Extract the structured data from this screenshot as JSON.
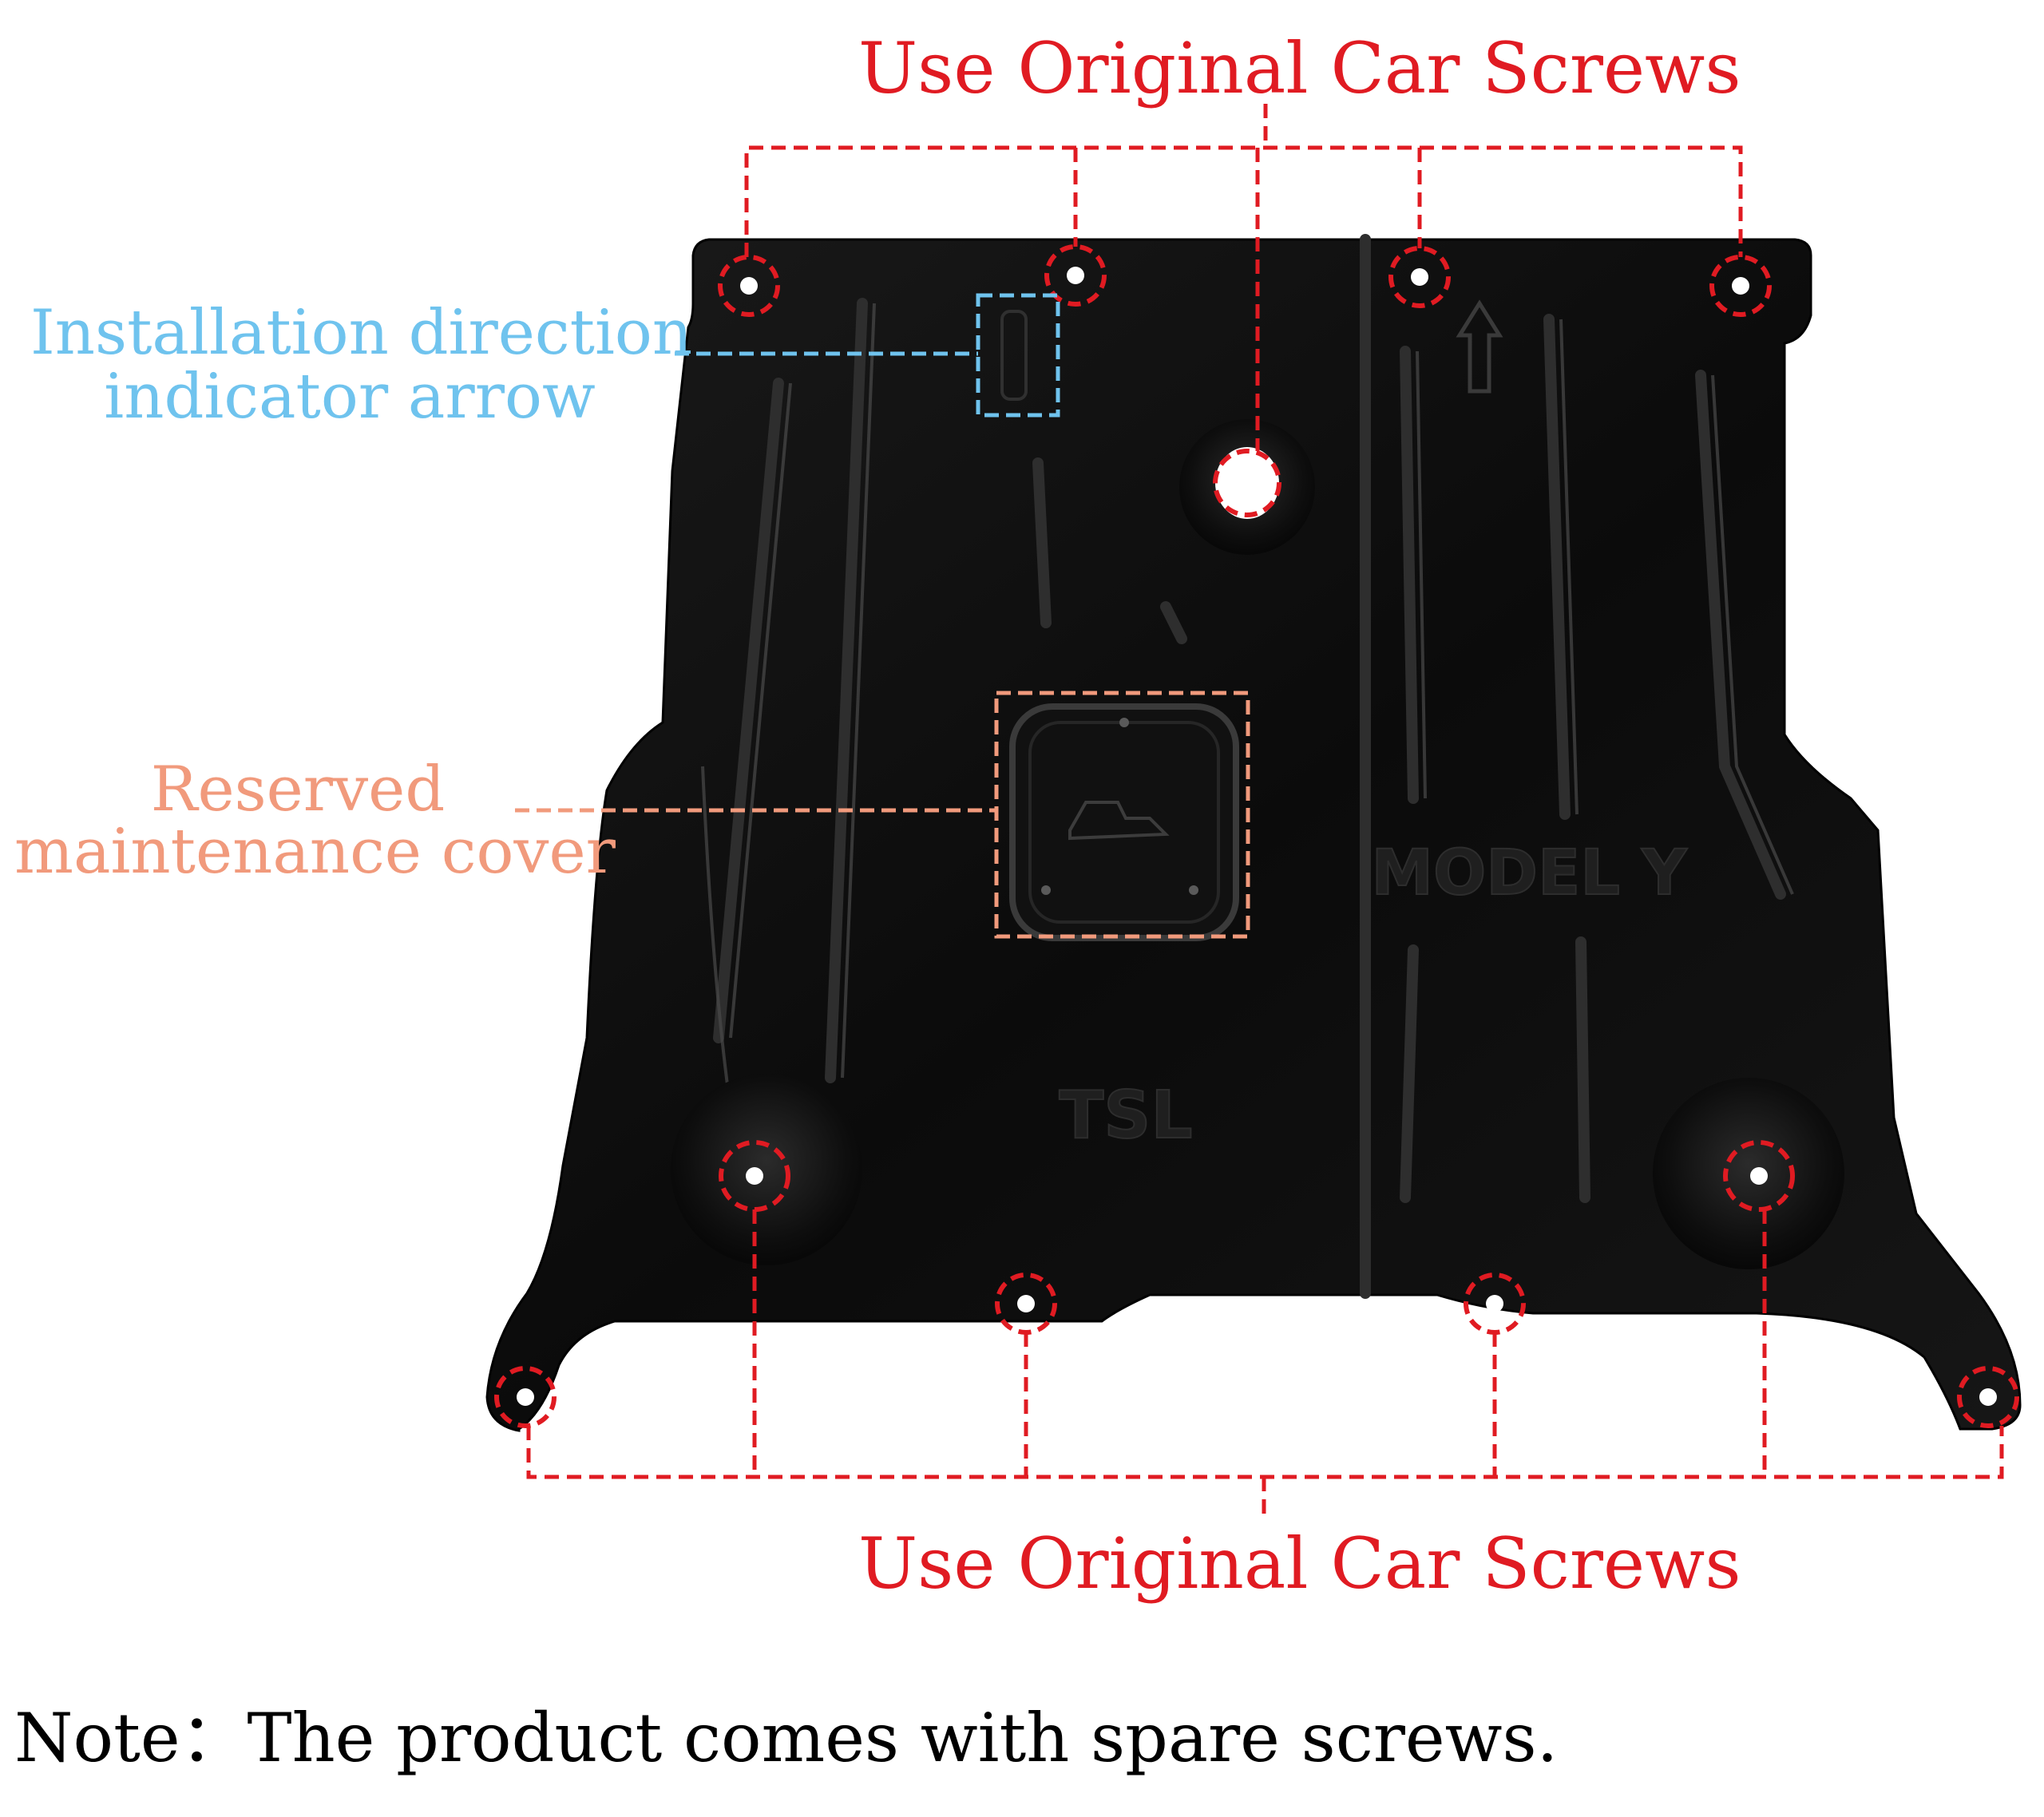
{
  "labels": {
    "top_title": "Use Original Car Screws",
    "bottom_title": "Use Original Car Screws",
    "direction_line1": "Installation direction",
    "direction_line2": "indicator arrow",
    "cover_line1": "Reserved",
    "cover_line2": "maintenance cover",
    "plate_embossed_left": "TSL",
    "plate_embossed_right": "MODEL Y",
    "note": "Note：The product comes with spare screws."
  },
  "colors": {
    "screw_marker": "#e01b22",
    "direction_marker": "#6fc3ee",
    "cover_marker": "#f19a7c",
    "plate": "#0d0d0d"
  }
}
